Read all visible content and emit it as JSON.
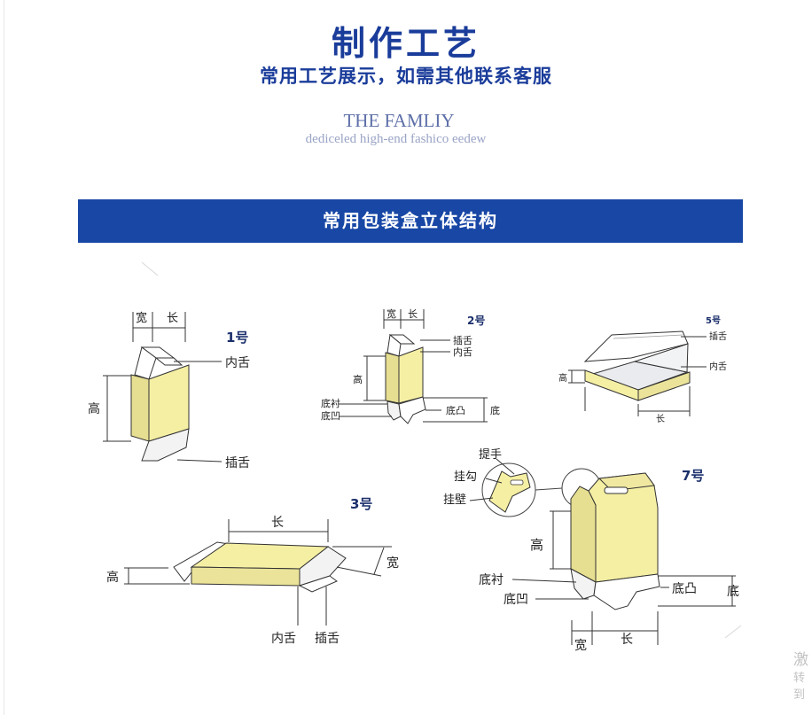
{
  "header": {
    "title": "制作工艺",
    "subtitle": "常用工艺展示，如需其他联系客服",
    "en_title": "THE FAMLIY",
    "en_subtitle": "dediceled high-end fashico eedew"
  },
  "banner": {
    "label": "常用包装盒立体结构",
    "color": "#1847a5"
  },
  "colors": {
    "box_face": "#f5efa4",
    "box_face_dark": "#e9e196",
    "flap": "#ffffff",
    "inner": "#eef0f2",
    "line": "#333333"
  },
  "boxes": {
    "b1": {
      "number": "1号",
      "width": "宽",
      "length": "长",
      "height": "高",
      "inner_tongue": "内舌",
      "insert_tongue": "插舌"
    },
    "b2": {
      "number": "2号",
      "width": "宽",
      "length": "长",
      "height": "高",
      "insert_tongue": "插舌",
      "inner_tongue": "内舌",
      "bottom_lining": "底衬",
      "bottom_concave": "底凹",
      "bottom_convex": "底凸",
      "bottom": "底"
    },
    "b5": {
      "number": "5号",
      "height": "高",
      "length": "长",
      "insert_tongue": "插舌",
      "inner_tongue": "内舌"
    },
    "b3": {
      "number": "3号",
      "length": "长",
      "height": "高",
      "width": "宽",
      "inner_tongue": "内舌",
      "insert_tongue": "插舌"
    },
    "b7": {
      "number": "7号",
      "handle": "提手",
      "hook": "挂勾",
      "hanging_wall": "挂壁",
      "height": "高",
      "bottom_lining": "底衬",
      "bottom_concave": "底凹",
      "bottom_convex": "底凸",
      "bottom": "底",
      "width": "宽",
      "length": "长"
    }
  },
  "edge_text": {
    "line1": "激",
    "line2": "转到"
  }
}
